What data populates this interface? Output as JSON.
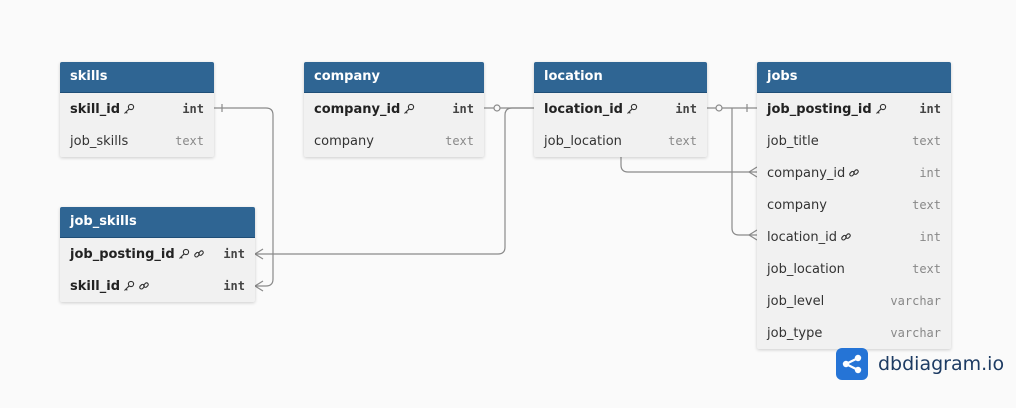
{
  "tables": {
    "skills": {
      "name": "skills",
      "fields": [
        {
          "name": "skill_id",
          "type": "int",
          "pk": true,
          "fk": false
        },
        {
          "name": "job_skills",
          "type": "text",
          "pk": false,
          "fk": false
        }
      ]
    },
    "company": {
      "name": "company",
      "fields": [
        {
          "name": "company_id",
          "type": "int",
          "pk": true,
          "fk": false
        },
        {
          "name": "company",
          "type": "text",
          "pk": false,
          "fk": false
        }
      ]
    },
    "location": {
      "name": "location",
      "fields": [
        {
          "name": "location_id",
          "type": "int",
          "pk": true,
          "fk": false
        },
        {
          "name": "job_location",
          "type": "text",
          "pk": false,
          "fk": false
        }
      ]
    },
    "job_skills": {
      "name": "job_skills",
      "fields": [
        {
          "name": "job_posting_id",
          "type": "int",
          "pk": true,
          "fk": true
        },
        {
          "name": "skill_id",
          "type": "int",
          "pk": true,
          "fk": true
        }
      ]
    },
    "jobs": {
      "name": "jobs",
      "fields": [
        {
          "name": "job_posting_id",
          "type": "int",
          "pk": true,
          "fk": false
        },
        {
          "name": "job_title",
          "type": "text",
          "pk": false,
          "fk": false
        },
        {
          "name": "company_id",
          "type": "int",
          "pk": false,
          "fk": true
        },
        {
          "name": "company",
          "type": "text",
          "pk": false,
          "fk": false
        },
        {
          "name": "location_id",
          "type": "int",
          "pk": false,
          "fk": true
        },
        {
          "name": "job_location",
          "type": "text",
          "pk": false,
          "fk": false
        },
        {
          "name": "job_level",
          "type": "varchar",
          "pk": false,
          "fk": false
        },
        {
          "name": "job_type",
          "type": "varchar",
          "pk": false,
          "fk": false
        }
      ]
    }
  },
  "branding": {
    "text": "dbdiagram.io"
  },
  "colors": {
    "header": "#2f6593",
    "body": "#f1f1f1",
    "line": "#888888",
    "brand": "#2574d6"
  }
}
